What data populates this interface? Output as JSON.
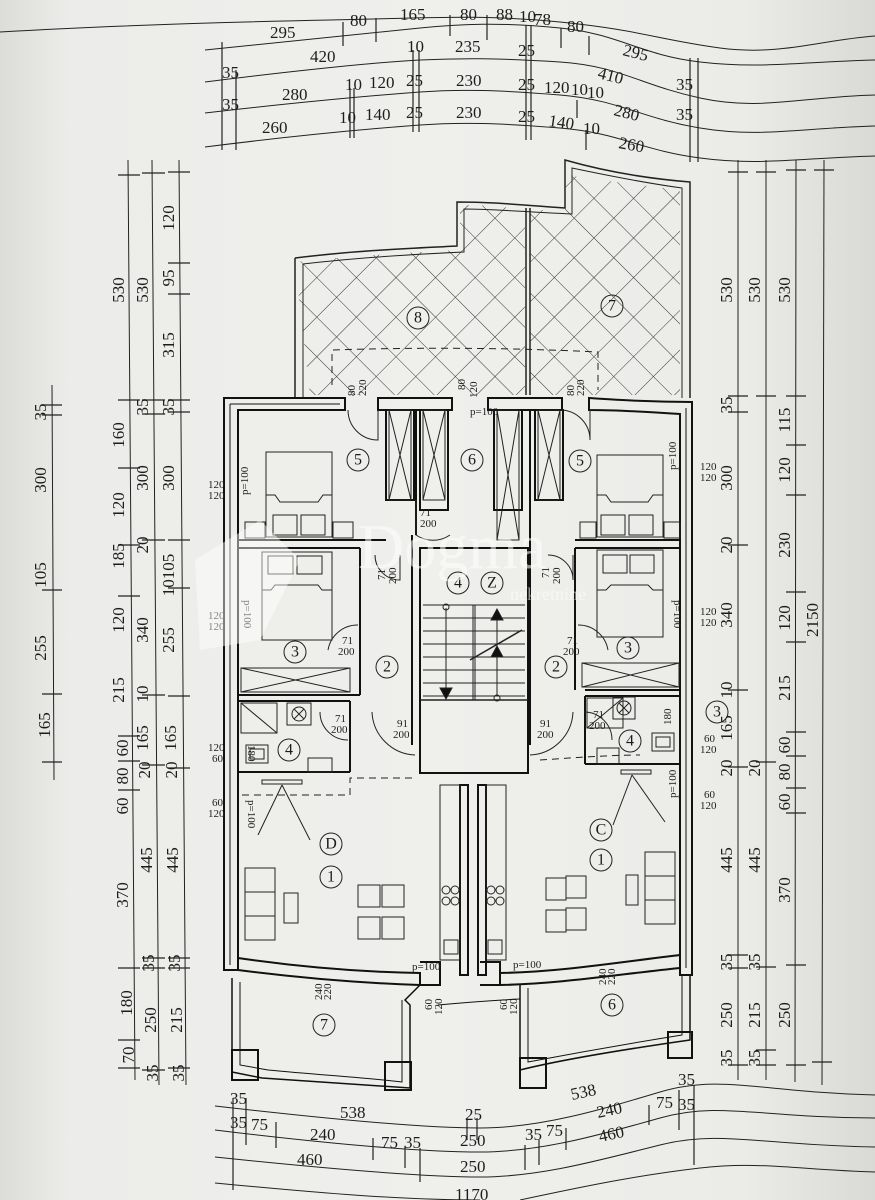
{
  "drawing": {
    "type": "architectural-floor-plan",
    "units": "cm",
    "watermark": {
      "brand": "Dogma",
      "subtitle": "nekretnine"
    }
  },
  "top_dimensions": {
    "row1": [
      "295",
      "80",
      "165",
      "80",
      "88",
      "10",
      "78",
      "80",
      "295"
    ],
    "row2": [
      "420",
      "10",
      "235",
      "25",
      "410"
    ],
    "row3": [
      "35",
      "280",
      "10",
      "120",
      "25",
      "230",
      "25",
      "120",
      "10",
      "10",
      "280",
      "35"
    ],
    "row4": [
      "35",
      "260",
      "10",
      "140",
      "25",
      "230",
      "25",
      "140",
      "10",
      "260",
      "35"
    ]
  },
  "left_dimensions": {
    "outer": [
      "35",
      "300",
      "10",
      "105",
      "255",
      "165"
    ],
    "inner1": [
      "530",
      "160",
      "120",
      "185",
      "120",
      "215",
      "60",
      "80",
      "60",
      "370",
      "180",
      "70"
    ],
    "inner2": [
      "530",
      "35",
      "300",
      "20",
      "340",
      "10",
      "165",
      "20",
      "445",
      "35",
      "250",
      "35"
    ],
    "inner3": [
      "120",
      "95",
      "315",
      "35",
      "300",
      "10",
      "105",
      "255",
      "165",
      "20",
      "445",
      "35",
      "215",
      "35"
    ]
  },
  "right_dimensions": {
    "col1": [
      "530",
      "35",
      "300",
      "20",
      "340",
      "10",
      "165",
      "20",
      "445",
      "35",
      "250",
      "35"
    ],
    "col2": [
      "530",
      "20",
      "445",
      "35",
      "215",
      "35"
    ],
    "col3": [
      "530",
      "115",
      "120",
      "230",
      "120",
      "215",
      "60",
      "80",
      "60",
      "370",
      "250"
    ],
    "col4": [
      "2150"
    ]
  },
  "bottom_dimensions": {
    "row1": [
      "35",
      "538",
      "25",
      "538",
      "35"
    ],
    "row2": [
      "35",
      "75",
      "240",
      "75",
      "35",
      "250",
      "35",
      "75",
      "240",
      "75",
      "35"
    ],
    "row3": [
      "460",
      "250",
      "460"
    ],
    "row4": [
      "1170"
    ]
  },
  "rooms": [
    {
      "id": "8",
      "name": "terrace-left"
    },
    {
      "id": "7",
      "name": "terrace-right"
    },
    {
      "id": "5",
      "name": "bedroom-left"
    },
    {
      "id": "6",
      "name": "storage-center"
    },
    {
      "id": "5",
      "name": "bedroom-right"
    },
    {
      "id": "3",
      "name": "bedroom-small-left"
    },
    {
      "id": "2",
      "name": "hall-left"
    },
    {
      "id": "4",
      "name": "stairwell"
    },
    {
      "id": "Z",
      "name": "stairwell-mark"
    },
    {
      "id": "2",
      "name": "hall-right"
    },
    {
      "id": "3",
      "name": "bedroom-small-right"
    },
    {
      "id": "4",
      "name": "bathroom-left"
    },
    {
      "id": "4",
      "name": "bathroom-right"
    },
    {
      "id": "D",
      "name": "apartment-D"
    },
    {
      "id": "1",
      "name": "living-left"
    },
    {
      "id": "C",
      "name": "apartment-C"
    },
    {
      "id": "1",
      "name": "living-right"
    },
    {
      "id": "7",
      "name": "balcony-left"
    },
    {
      "id": "6",
      "name": "balcony-right"
    },
    {
      "id": "3",
      "name": "section-mark-right"
    }
  ],
  "openings": {
    "door_71_200": [
      "71",
      "200"
    ],
    "door_91_200": [
      "91",
      "200"
    ],
    "door_80_220": [
      "80",
      "220"
    ],
    "window_80_120": [
      "80",
      "120"
    ],
    "window_120_120": [
      "120",
      "120"
    ],
    "window_120_60": [
      "120",
      "60"
    ],
    "window_60_120": [
      "60",
      "120"
    ],
    "window_240_220": [
      "240",
      "220"
    ],
    "parapet": "p=100",
    "sill": "180"
  }
}
